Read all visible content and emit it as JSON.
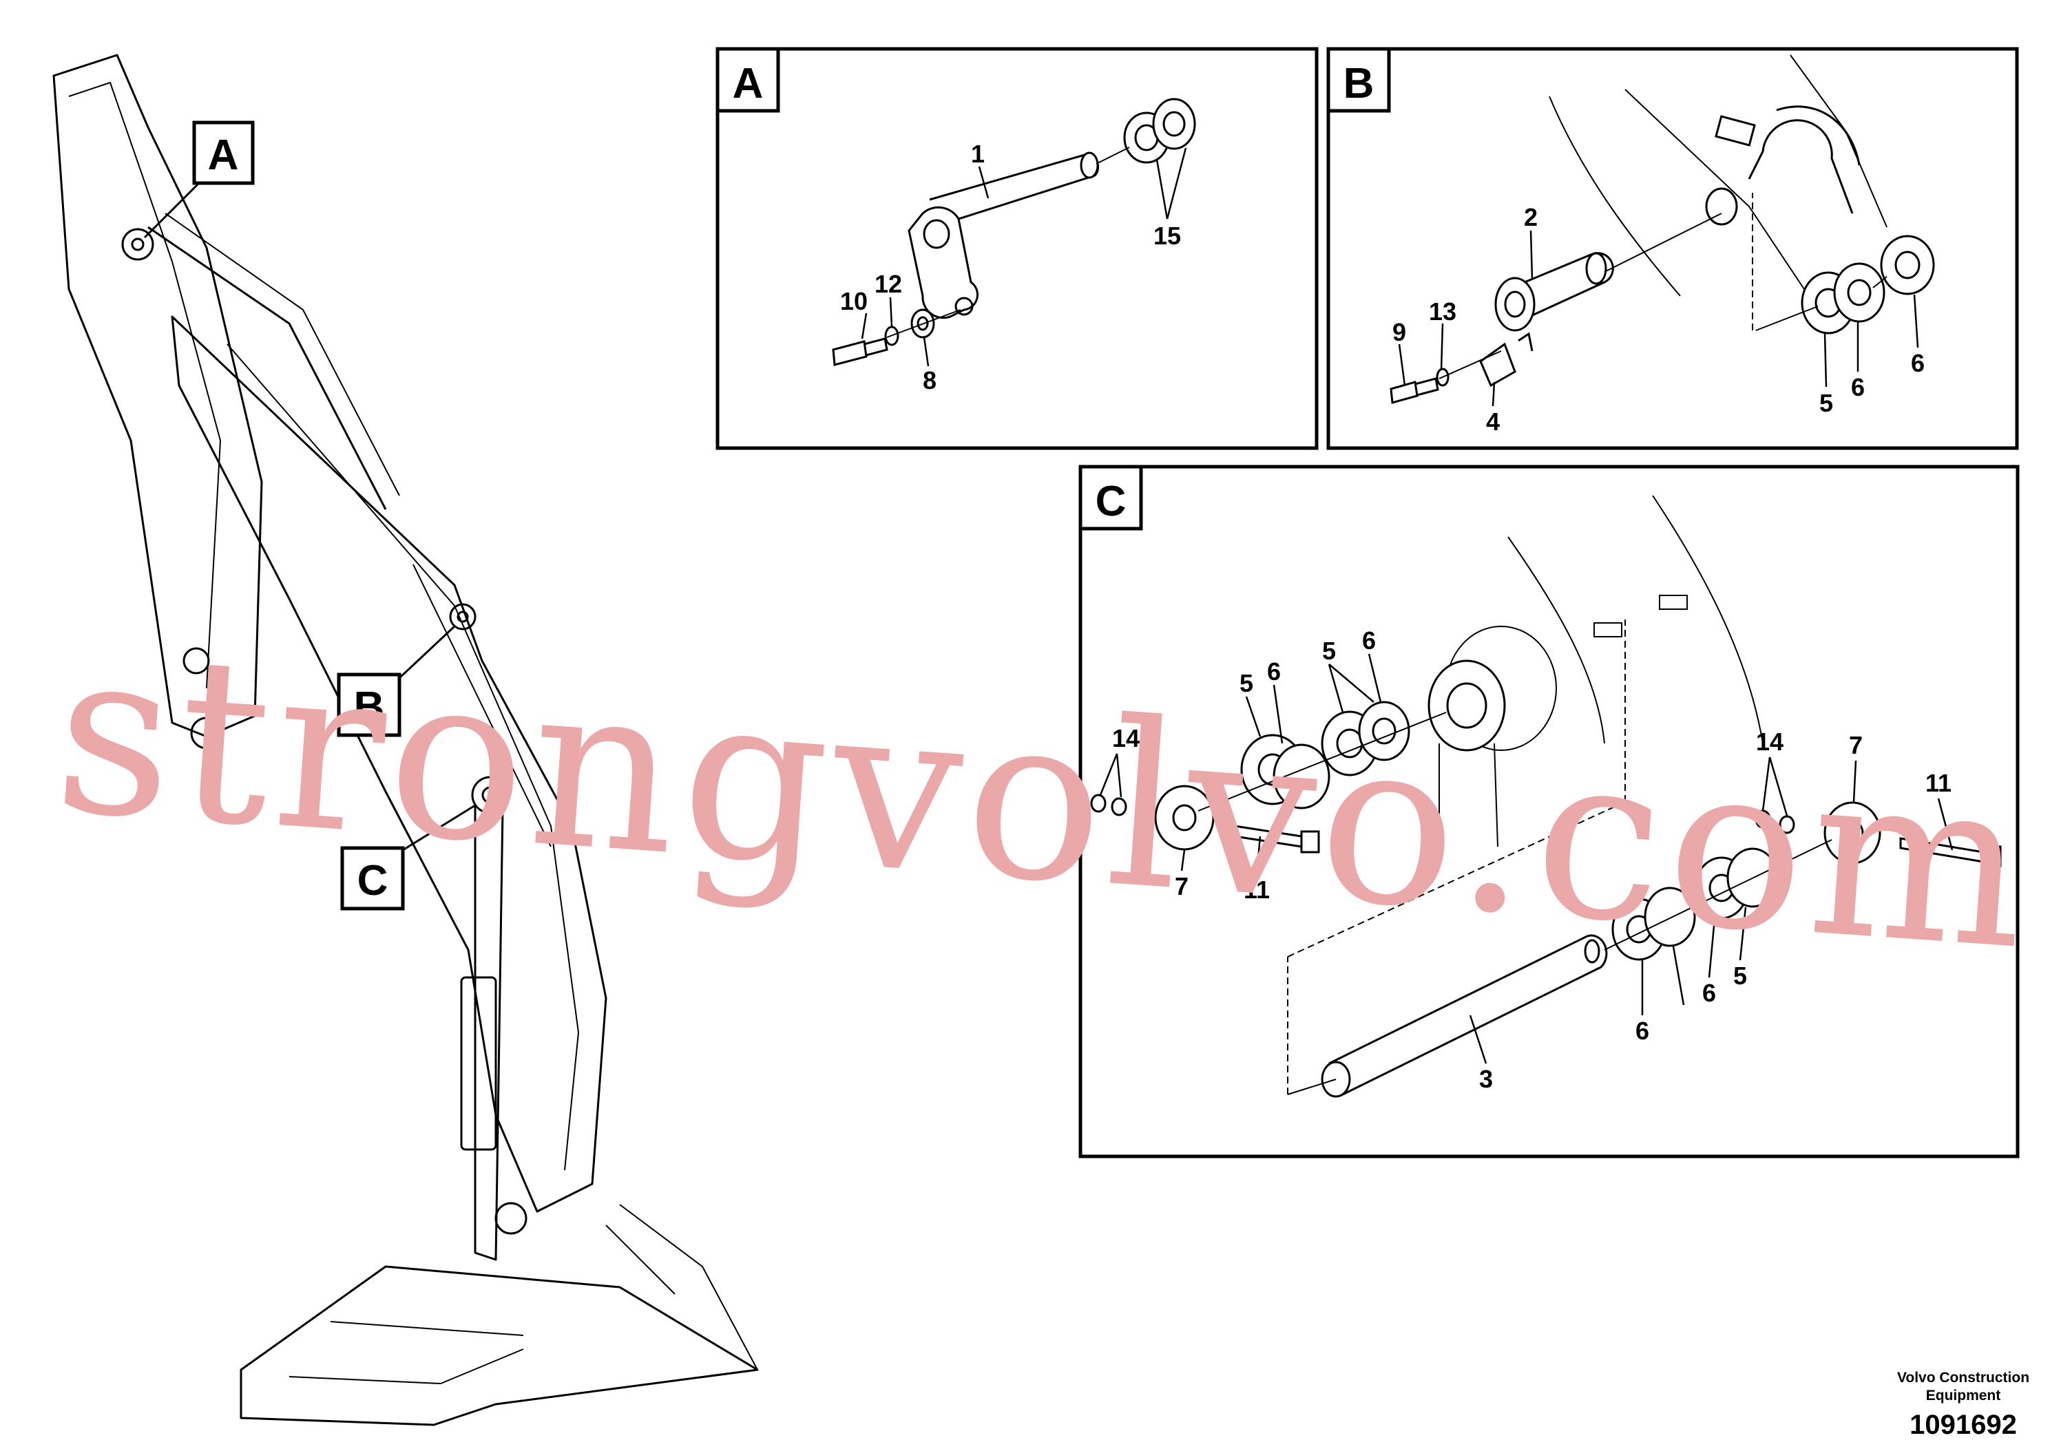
{
  "callouts": {
    "overview": [
      "A",
      "B",
      "C"
    ],
    "panels": [
      "A",
      "B",
      "C"
    ]
  },
  "panel_a": {
    "labels": [
      "1",
      "15",
      "10",
      "12",
      "8"
    ]
  },
  "panel_b": {
    "labels": [
      "2",
      "9",
      "13",
      "4",
      "5",
      "6",
      "6"
    ]
  },
  "panel_c": {
    "labels": [
      "14",
      "5",
      "6",
      "5",
      "6",
      "7",
      "11",
      "14",
      "7",
      "11",
      "6",
      "5",
      "6",
      "3"
    ]
  },
  "watermark": "strongvolvo.com",
  "footer": {
    "company": "Volvo Construction Equipment",
    "doc_number": "1091692"
  }
}
